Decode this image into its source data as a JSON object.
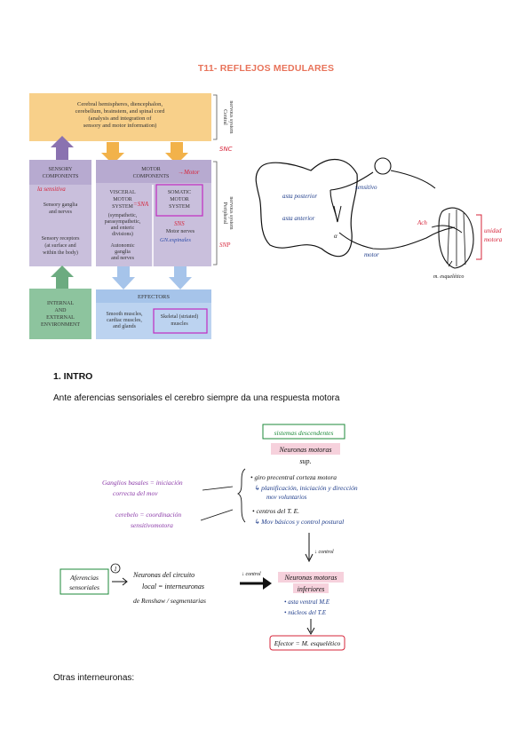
{
  "title": "T11- REFLEJOS MEDULARES",
  "diagram1": {
    "cns_box": [
      "Cerebral hemispheres, diencephalon,",
      "cerebellum, brainstem, and spinal cord",
      "(analysis and integration of",
      "sensory and motor information)"
    ],
    "cns_side": [
      "Central",
      "nervous system"
    ],
    "snc": "SNC",
    "sensory_header": [
      "SENSORY",
      "COMPONENTS"
    ],
    "sensory_note": "la sensitiva",
    "sensory_ganglia": [
      "Sensory ganglia",
      "and nerves"
    ],
    "sensory_receptors": [
      "Sensory receptors",
      "(at surface and",
      "within the body)"
    ],
    "motor_header": [
      "MOTOR",
      "COMPONENTS"
    ],
    "motor_note": "→Motor",
    "visceral": [
      "VISCERAL",
      "MOTOR",
      "SYSTEM"
    ],
    "visceral_sub": [
      "(sympathetic,",
      "parasympathetic,",
      "and enteric",
      "divisions)"
    ],
    "autonomic": [
      "Autonomic",
      "ganglia",
      "and nerves"
    ],
    "sna": "=SNA",
    "somatic": [
      "SOMATIC",
      "MOTOR",
      "SYSTEM"
    ],
    "sns": "SNS",
    "motor_nerves": "Motor nerves",
    "gn_espinales": "GN.espinales",
    "peripheral_side": [
      "Peripheral",
      "nervous system"
    ],
    "snp": "SNP",
    "env": [
      "INTERNAL",
      "AND",
      "EXTERNAL",
      "ENVIRONMENT"
    ],
    "effectors": "EFFECTORS",
    "smooth": [
      "Smooth muscles,",
      "cardiac muscles,",
      "and glands"
    ],
    "skeletal": [
      "Skeletal (striated)",
      "muscles"
    ]
  },
  "sketch": {
    "asta_post": "asta posterior",
    "sensitivo": "sensitivo",
    "asta_ant": "asta anterior",
    "alpha": "α",
    "motor": "motor",
    "ach": "Ach",
    "m_esq": "m. esquelético",
    "unidad": [
      "unidad",
      "motora"
    ]
  },
  "section1": "1. INTRO",
  "intro_text": "Ante aferencias sensoriales el cerebro siempre da una respuesta motora",
  "notes": {
    "sist_desc": "sistemas descendentes",
    "nm_sup": [
      "Neuronas motoras",
      "sup."
    ],
    "ganglios": [
      "Ganglios basales = iniciación",
      "correcta del mov"
    ],
    "cerebelo": [
      "cerebelo = coordinación",
      "sensitivomotora"
    ],
    "bullet1": "• giro precentral corteza motora",
    "bullet1_sub": [
      "↳ planificación, iniciación y dirección",
      "mov voluntarios"
    ],
    "bullet2": "• centros del T. E.",
    "bullet2_sub": "↳ Mov básicos y control postural",
    "control1": "↓ control",
    "aferencias": [
      "Aferencias",
      "sensoriales"
    ],
    "circle1": "1",
    "circuito": [
      "Neuronas del circuito",
      "local = interneuronas",
      "de Renshaw / segmentarias"
    ],
    "control2": "↓ control",
    "nm_inf": [
      "Neuronas motoras",
      "inferiores"
    ],
    "inf_items": [
      "• asta ventral M.E",
      "• núcleos del T.E"
    ],
    "efector": "Efector = M. esquelético"
  },
  "other": "Otras interneuronas:"
}
